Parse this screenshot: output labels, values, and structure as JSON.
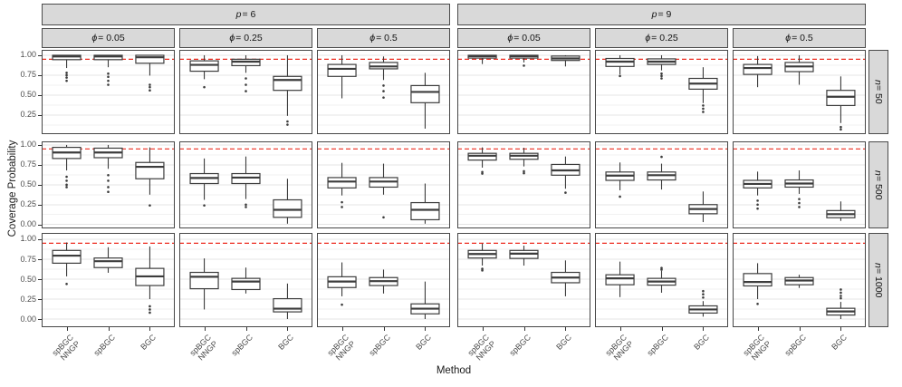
{
  "chart_data": {
    "type": "boxplot",
    "title": "",
    "xlabel": "Method",
    "ylabel": "Coverage Probability",
    "legend": "none",
    "grid": "on",
    "facet_col_groups": [
      {
        "var": "p",
        "value": "6"
      },
      {
        "var": "p",
        "value": "9"
      }
    ],
    "facet_sub_cols": [
      {
        "var": "ϕ",
        "value": "0.05"
      },
      {
        "var": "ϕ",
        "value": "0.25"
      },
      {
        "var": "ϕ",
        "value": "0.5"
      }
    ],
    "facet_rows": [
      {
        "var": "n",
        "value": "50"
      },
      {
        "var": "n",
        "value": "500"
      },
      {
        "var": "n",
        "value": "1000"
      }
    ],
    "methods": [
      {
        "label": "spBGC NNGP",
        "lines": [
          "spBGC",
          "NNGP"
        ]
      },
      {
        "label": "spBGC",
        "lines": [
          "spBGC"
        ]
      },
      {
        "label": "BGC",
        "lines": [
          "BGC"
        ]
      }
    ],
    "reference_line": {
      "value": 0.95,
      "color": "#ed2a1f",
      "linetype": "dashed"
    },
    "colors": {
      "strip_fill": "#d9d9d9",
      "strip_border": "#4b4b4b",
      "panel_border": "#474747",
      "grid_major": "#e4e4e4",
      "grid_minor": "#f2f2f2",
      "box_stroke": "#3c3c3c",
      "box_fill": "#ffffff",
      "tick_text": "#4d4d4d",
      "title_text": "#1a1a1a",
      "background": "#ffffff"
    },
    "rows": [
      {
        "label": "n = 50",
        "ylim": [
          0.011,
          1.068
        ],
        "ticks": [
          {
            "v": 1.0,
            "t": "1.00"
          },
          {
            "v": 0.75,
            "t": "0.75"
          },
          {
            "v": 0.5,
            "t": "0.50"
          },
          {
            "v": 0.25,
            "t": "0.25"
          }
        ],
        "panels": [
          [
            {
              "lo": 0.84,
              "q1": 0.945,
              "me": 0.985,
              "q3": 1.0,
              "hi": 1.0,
              "out": [
                0.78,
                0.75,
                0.72,
                0.68
              ]
            },
            {
              "lo": 0.85,
              "q1": 0.945,
              "me": 0.985,
              "q3": 1.0,
              "hi": 1.0,
              "out": [
                0.77,
                0.73,
                0.68,
                0.63
              ]
            },
            {
              "lo": 0.745,
              "q1": 0.9,
              "me": 0.975,
              "q3": 1.0,
              "hi": 1.0,
              "out": [
                0.63,
                0.6,
                0.56
              ]
            }
          ],
          [
            {
              "lo": 0.7,
              "q1": 0.8,
              "me": 0.88,
              "q3": 0.93,
              "hi": 1.0,
              "out": [
                0.6
              ]
            },
            {
              "lo": 0.78,
              "q1": 0.87,
              "me": 0.92,
              "q3": 0.95,
              "hi": 1.0,
              "out": [
                0.71,
                0.63,
                0.55
              ]
            },
            {
              "lo": 0.24,
              "q1": 0.56,
              "me": 0.69,
              "q3": 0.735,
              "hi": 1.0,
              "out": [
                0.17,
                0.13
              ]
            }
          ],
          [
            {
              "lo": 0.46,
              "q1": 0.735,
              "me": 0.83,
              "q3": 0.885,
              "hi": 1.0,
              "out": []
            },
            {
              "lo": 0.69,
              "q1": 0.83,
              "me": 0.86,
              "q3": 0.91,
              "hi": 0.985,
              "out": [
                0.62,
                0.55,
                0.47
              ]
            },
            {
              "lo": 0.08,
              "q1": 0.405,
              "me": 0.54,
              "q3": 0.62,
              "hi": 0.78,
              "out": []
            }
          ],
          [
            {
              "lo": 0.89,
              "q1": 0.965,
              "me": 0.99,
              "q3": 1.0,
              "hi": 1.0,
              "out": []
            },
            {
              "lo": 0.91,
              "q1": 0.965,
              "me": 0.99,
              "q3": 1.0,
              "hi": 1.0,
              "out": [
                0.87
              ]
            },
            {
              "lo": 0.86,
              "q1": 0.935,
              "me": 0.96,
              "q3": 0.99,
              "hi": 1.0,
              "out": []
            }
          ],
          [
            {
              "lo": 0.76,
              "q1": 0.86,
              "me": 0.92,
              "q3": 0.96,
              "hi": 1.0,
              "out": [
                0.74
              ]
            },
            {
              "lo": 0.81,
              "q1": 0.885,
              "me": 0.92,
              "q3": 0.955,
              "hi": 1.0,
              "out": [
                0.77,
                0.74,
                0.71
              ]
            },
            {
              "lo": 0.4,
              "q1": 0.575,
              "me": 0.645,
              "q3": 0.71,
              "hi": 0.85,
              "out": [
                0.37,
                0.33,
                0.29
              ]
            }
          ],
          [
            {
              "lo": 0.6,
              "q1": 0.76,
              "me": 0.84,
              "q3": 0.885,
              "hi": 0.99,
              "out": []
            },
            {
              "lo": 0.63,
              "q1": 0.795,
              "me": 0.86,
              "q3": 0.91,
              "hi": 1.0,
              "out": []
            },
            {
              "lo": 0.15,
              "q1": 0.37,
              "me": 0.48,
              "q3": 0.56,
              "hi": 0.735,
              "out": [
                0.1,
                0.07
              ]
            }
          ]
        ]
      },
      {
        "label": "n = 500",
        "ylim": [
          -0.049,
          1.045
        ],
        "ticks": [
          {
            "v": 1.0,
            "t": "1.00"
          },
          {
            "v": 0.75,
            "t": "0.75"
          },
          {
            "v": 0.5,
            "t": "0.50"
          },
          {
            "v": 0.25,
            "t": "0.25"
          },
          {
            "v": 0.0,
            "t": "0.00"
          }
        ],
        "panels": [
          [
            {
              "lo": 0.68,
              "q1": 0.83,
              "me": 0.905,
              "q3": 0.97,
              "hi": 1.0,
              "out": [
                0.6,
                0.55,
                0.5,
                0.47
              ]
            },
            {
              "lo": 0.7,
              "q1": 0.84,
              "me": 0.905,
              "q3": 0.96,
              "hi": 1.0,
              "out": [
                0.62,
                0.55,
                0.47,
                0.41
              ]
            },
            {
              "lo": 0.375,
              "q1": 0.575,
              "me": 0.725,
              "q3": 0.78,
              "hi": 0.97,
              "out": [
                0.24
              ]
            }
          ],
          [
            {
              "lo": 0.31,
              "q1": 0.515,
              "me": 0.585,
              "q3": 0.64,
              "hi": 0.83,
              "out": [
                0.24
              ]
            },
            {
              "lo": 0.32,
              "q1": 0.515,
              "me": 0.59,
              "q3": 0.64,
              "hi": 0.855,
              "out": [
                0.25,
                0.22
              ]
            },
            {
              "lo": 0.01,
              "q1": 0.09,
              "me": 0.185,
              "q3": 0.31,
              "hi": 0.575,
              "out": []
            }
          ],
          [
            {
              "lo": 0.365,
              "q1": 0.46,
              "me": 0.54,
              "q3": 0.59,
              "hi": 0.775,
              "out": [
                0.28,
                0.22
              ]
            },
            {
              "lo": 0.375,
              "q1": 0.47,
              "me": 0.54,
              "q3": 0.59,
              "hi": 0.765,
              "out": [
                0.09
              ]
            },
            {
              "lo": 0.01,
              "q1": 0.06,
              "me": 0.185,
              "q3": 0.275,
              "hi": 0.515,
              "out": []
            }
          ],
          [
            {
              "lo": 0.715,
              "q1": 0.81,
              "me": 0.865,
              "q3": 0.895,
              "hi": 0.97,
              "out": [
                0.66,
                0.64
              ]
            },
            {
              "lo": 0.73,
              "q1": 0.82,
              "me": 0.865,
              "q3": 0.895,
              "hi": 0.965,
              "out": [
                0.67,
                0.645
              ]
            },
            {
              "lo": 0.45,
              "q1": 0.62,
              "me": 0.68,
              "q3": 0.755,
              "hi": 0.855,
              "out": [
                0.4
              ]
            }
          ],
          [
            {
              "lo": 0.43,
              "q1": 0.555,
              "me": 0.615,
              "q3": 0.66,
              "hi": 0.78,
              "out": [
                0.35
              ]
            },
            {
              "lo": 0.44,
              "q1": 0.56,
              "me": 0.62,
              "q3": 0.66,
              "hi": 0.765,
              "out": [
                0.85
              ]
            },
            {
              "lo": 0.03,
              "q1": 0.135,
              "me": 0.195,
              "q3": 0.25,
              "hi": 0.415,
              "out": []
            }
          ],
          [
            {
              "lo": 0.365,
              "q1": 0.46,
              "me": 0.51,
              "q3": 0.555,
              "hi": 0.665,
              "out": [
                0.3,
                0.25,
                0.2
              ]
            },
            {
              "lo": 0.385,
              "q1": 0.47,
              "me": 0.515,
              "q3": 0.56,
              "hi": 0.68,
              "out": [
                0.32,
                0.27,
                0.22
              ]
            },
            {
              "lo": 0.045,
              "q1": 0.085,
              "me": 0.13,
              "q3": 0.175,
              "hi": 0.29,
              "out": []
            }
          ]
        ]
      },
      {
        "label": "n = 1000",
        "ylim": [
          -0.102,
          1.0795
        ],
        "ticks": [
          {
            "v": 1.0,
            "t": "1.00"
          },
          {
            "v": 0.75,
            "t": "0.75"
          },
          {
            "v": 0.5,
            "t": "0.50"
          },
          {
            "v": 0.25,
            "t": "0.25"
          },
          {
            "v": 0.0,
            "t": "0.00"
          }
        ],
        "panels": [
          [
            {
              "lo": 0.535,
              "q1": 0.7,
              "me": 0.795,
              "q3": 0.86,
              "hi": 0.96,
              "out": [
                0.44
              ]
            },
            {
              "lo": 0.58,
              "q1": 0.645,
              "me": 0.725,
              "q3": 0.765,
              "hi": 0.9,
              "out": []
            },
            {
              "lo": 0.25,
              "q1": 0.42,
              "me": 0.535,
              "q3": 0.635,
              "hi": 0.91,
              "out": [
                0.16,
                0.12,
                0.08
              ]
            }
          ],
          [
            {
              "lo": 0.12,
              "q1": 0.38,
              "me": 0.53,
              "q3": 0.585,
              "hi": 0.76,
              "out": []
            },
            {
              "lo": 0.32,
              "q1": 0.37,
              "me": 0.47,
              "q3": 0.51,
              "hi": 0.645,
              "out": []
            },
            {
              "lo": 0.0,
              "q1": 0.09,
              "me": 0.13,
              "q3": 0.255,
              "hi": 0.445,
              "out": []
            }
          ],
          [
            {
              "lo": 0.285,
              "q1": 0.395,
              "me": 0.47,
              "q3": 0.53,
              "hi": 0.71,
              "out": [
                0.18
              ]
            },
            {
              "lo": 0.32,
              "q1": 0.42,
              "me": 0.475,
              "q3": 0.52,
              "hi": 0.62,
              "out": []
            },
            {
              "lo": 0.0,
              "q1": 0.065,
              "me": 0.13,
              "q3": 0.19,
              "hi": 0.47,
              "out": []
            }
          ],
          [
            {
              "lo": 0.67,
              "q1": 0.765,
              "me": 0.815,
              "q3": 0.86,
              "hi": 0.945,
              "out": [
                0.63,
                0.61
              ]
            },
            {
              "lo": 0.67,
              "q1": 0.76,
              "me": 0.82,
              "q3": 0.86,
              "hi": 0.92,
              "out": []
            },
            {
              "lo": 0.285,
              "q1": 0.455,
              "me": 0.52,
              "q3": 0.585,
              "hi": 0.735,
              "out": []
            }
          ],
          [
            {
              "lo": 0.275,
              "q1": 0.43,
              "me": 0.51,
              "q3": 0.555,
              "hi": 0.72,
              "out": []
            },
            {
              "lo": 0.33,
              "q1": 0.425,
              "me": 0.47,
              "q3": 0.51,
              "hi": 0.605,
              "out": [
                0.64,
                0.62
              ]
            },
            {
              "lo": 0.03,
              "q1": 0.075,
              "me": 0.12,
              "q3": 0.165,
              "hi": 0.225,
              "out": [
                0.35,
                0.31,
                0.27
              ]
            }
          ],
          [
            {
              "lo": 0.25,
              "q1": 0.415,
              "me": 0.465,
              "q3": 0.57,
              "hi": 0.7,
              "out": [
                0.19
              ]
            },
            {
              "lo": 0.39,
              "q1": 0.43,
              "me": 0.483,
              "q3": 0.52,
              "hi": 0.555,
              "out": []
            },
            {
              "lo": 0.0,
              "q1": 0.05,
              "me": 0.095,
              "q3": 0.135,
              "hi": 0.215,
              "out": [
                0.37,
                0.33,
                0.29,
                0.26
              ]
            }
          ]
        ]
      }
    ]
  }
}
